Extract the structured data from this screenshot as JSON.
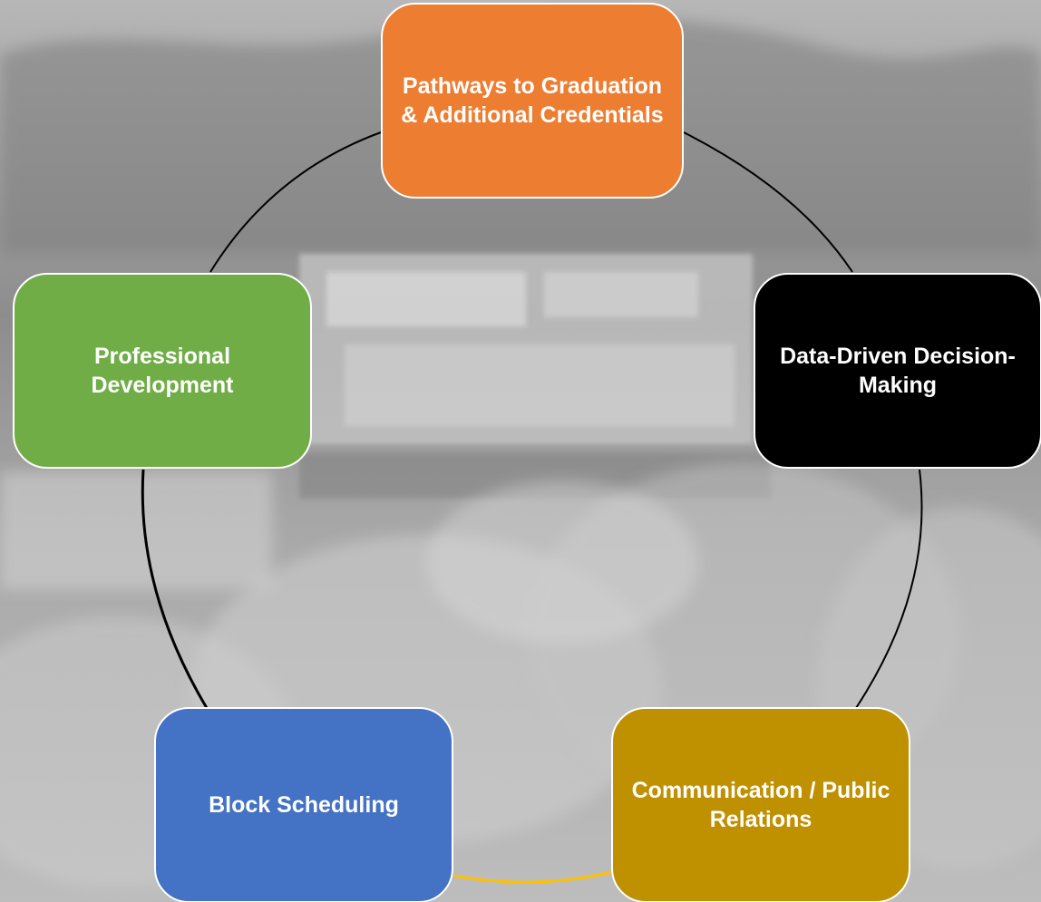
{
  "nodes": [
    {
      "label": "Pathways to Graduation & Additional Credentials",
      "color": "#ED7D31"
    },
    {
      "label": "Data-Driven Decision-Making",
      "color": "#000000"
    },
    {
      "label": "Communication / Public Relations",
      "color": "#BF9000"
    },
    {
      "label": "Block Scheduling",
      "color": "#4472C4"
    },
    {
      "label": "Professional Development",
      "color": "#70AD47"
    }
  ],
  "connector_colors": {
    "default": "#000000",
    "block_to_communication": "#FFC000"
  }
}
